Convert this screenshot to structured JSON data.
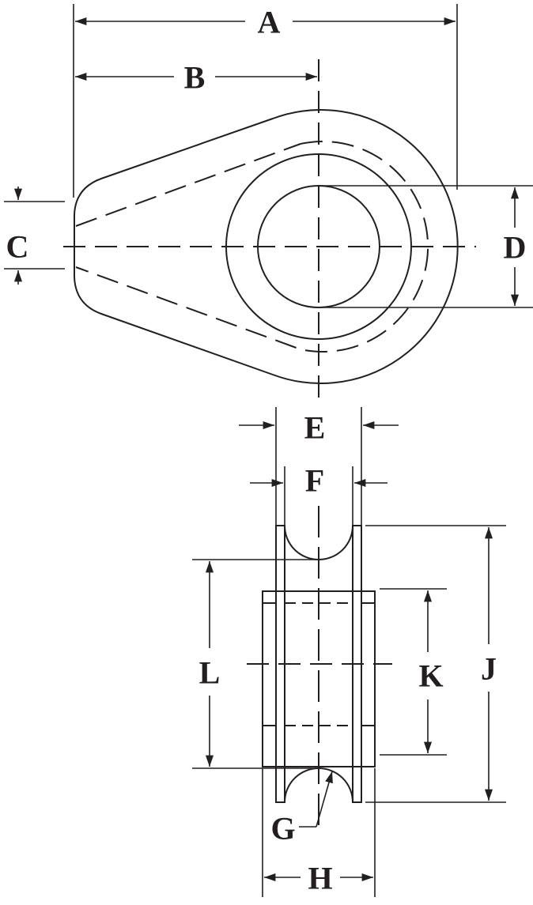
{
  "title": "Sheave dimension drawing",
  "labels": {
    "A": "A",
    "B": "B",
    "C": "C",
    "D": "D",
    "E": "E",
    "F": "F",
    "G": "G",
    "H": "H",
    "J": "J",
    "K": "K",
    "L": "L"
  },
  "colors": {
    "line": "#231f20",
    "background": "#ffffff"
  }
}
